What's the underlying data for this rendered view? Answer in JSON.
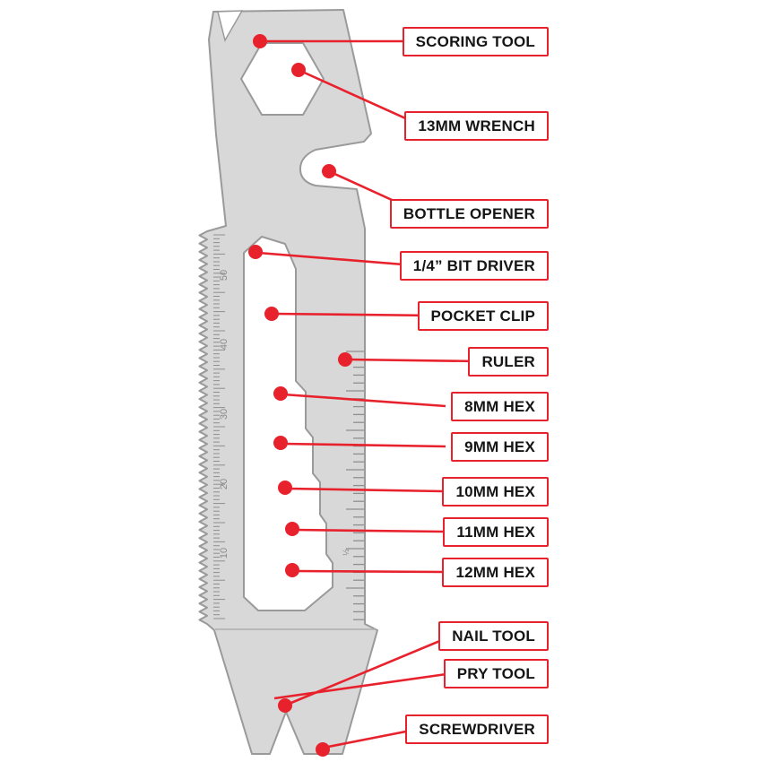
{
  "colors": {
    "accent": "#e8222d",
    "body": "#d8d8d8",
    "outline": "#9a9a9a",
    "cutout": "#ffffff"
  },
  "callouts": [
    {
      "text": "SCORING TOOL"
    },
    {
      "text": "13MM WRENCH"
    },
    {
      "text": "BOTTLE OPENER"
    },
    {
      "text": "1/4” BIT DRIVER"
    },
    {
      "text": "POCKET CLIP"
    },
    {
      "text": "RULER"
    },
    {
      "text": "8MM HEX"
    },
    {
      "text": "9MM HEX"
    },
    {
      "text": "10MM HEX"
    },
    {
      "text": "11MM HEX"
    },
    {
      "text": "12MM HEX"
    },
    {
      "text": "NAIL TOOL"
    },
    {
      "text": "PRY TOOL"
    },
    {
      "text": "SCREWDRIVER"
    }
  ],
  "ruler": {
    "left_numbers": [
      "50",
      "40",
      "30",
      "20",
      "10"
    ],
    "half_mark": "½"
  }
}
